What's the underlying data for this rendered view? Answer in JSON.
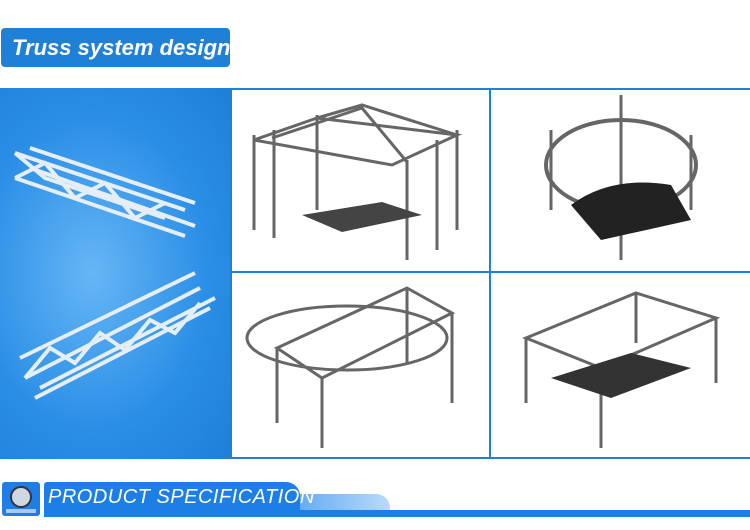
{
  "header": {
    "title": "Truss system design"
  },
  "gallery": {
    "left_panel_icons": [
      "square-truss-segment-icon",
      "square-truss-segment-icon"
    ],
    "images": [
      {
        "name": "roof-truss-stage"
      },
      {
        "name": "circular-truss-stage"
      },
      {
        "name": "circle-on-square-truss"
      },
      {
        "name": "square-roof-truss-stage"
      }
    ],
    "colors": {
      "accent": "#1f80d8"
    }
  },
  "footer": {
    "banner_label": "PRODUCT SPECIFICATION",
    "logo_icon": "globe-logo-icon"
  }
}
